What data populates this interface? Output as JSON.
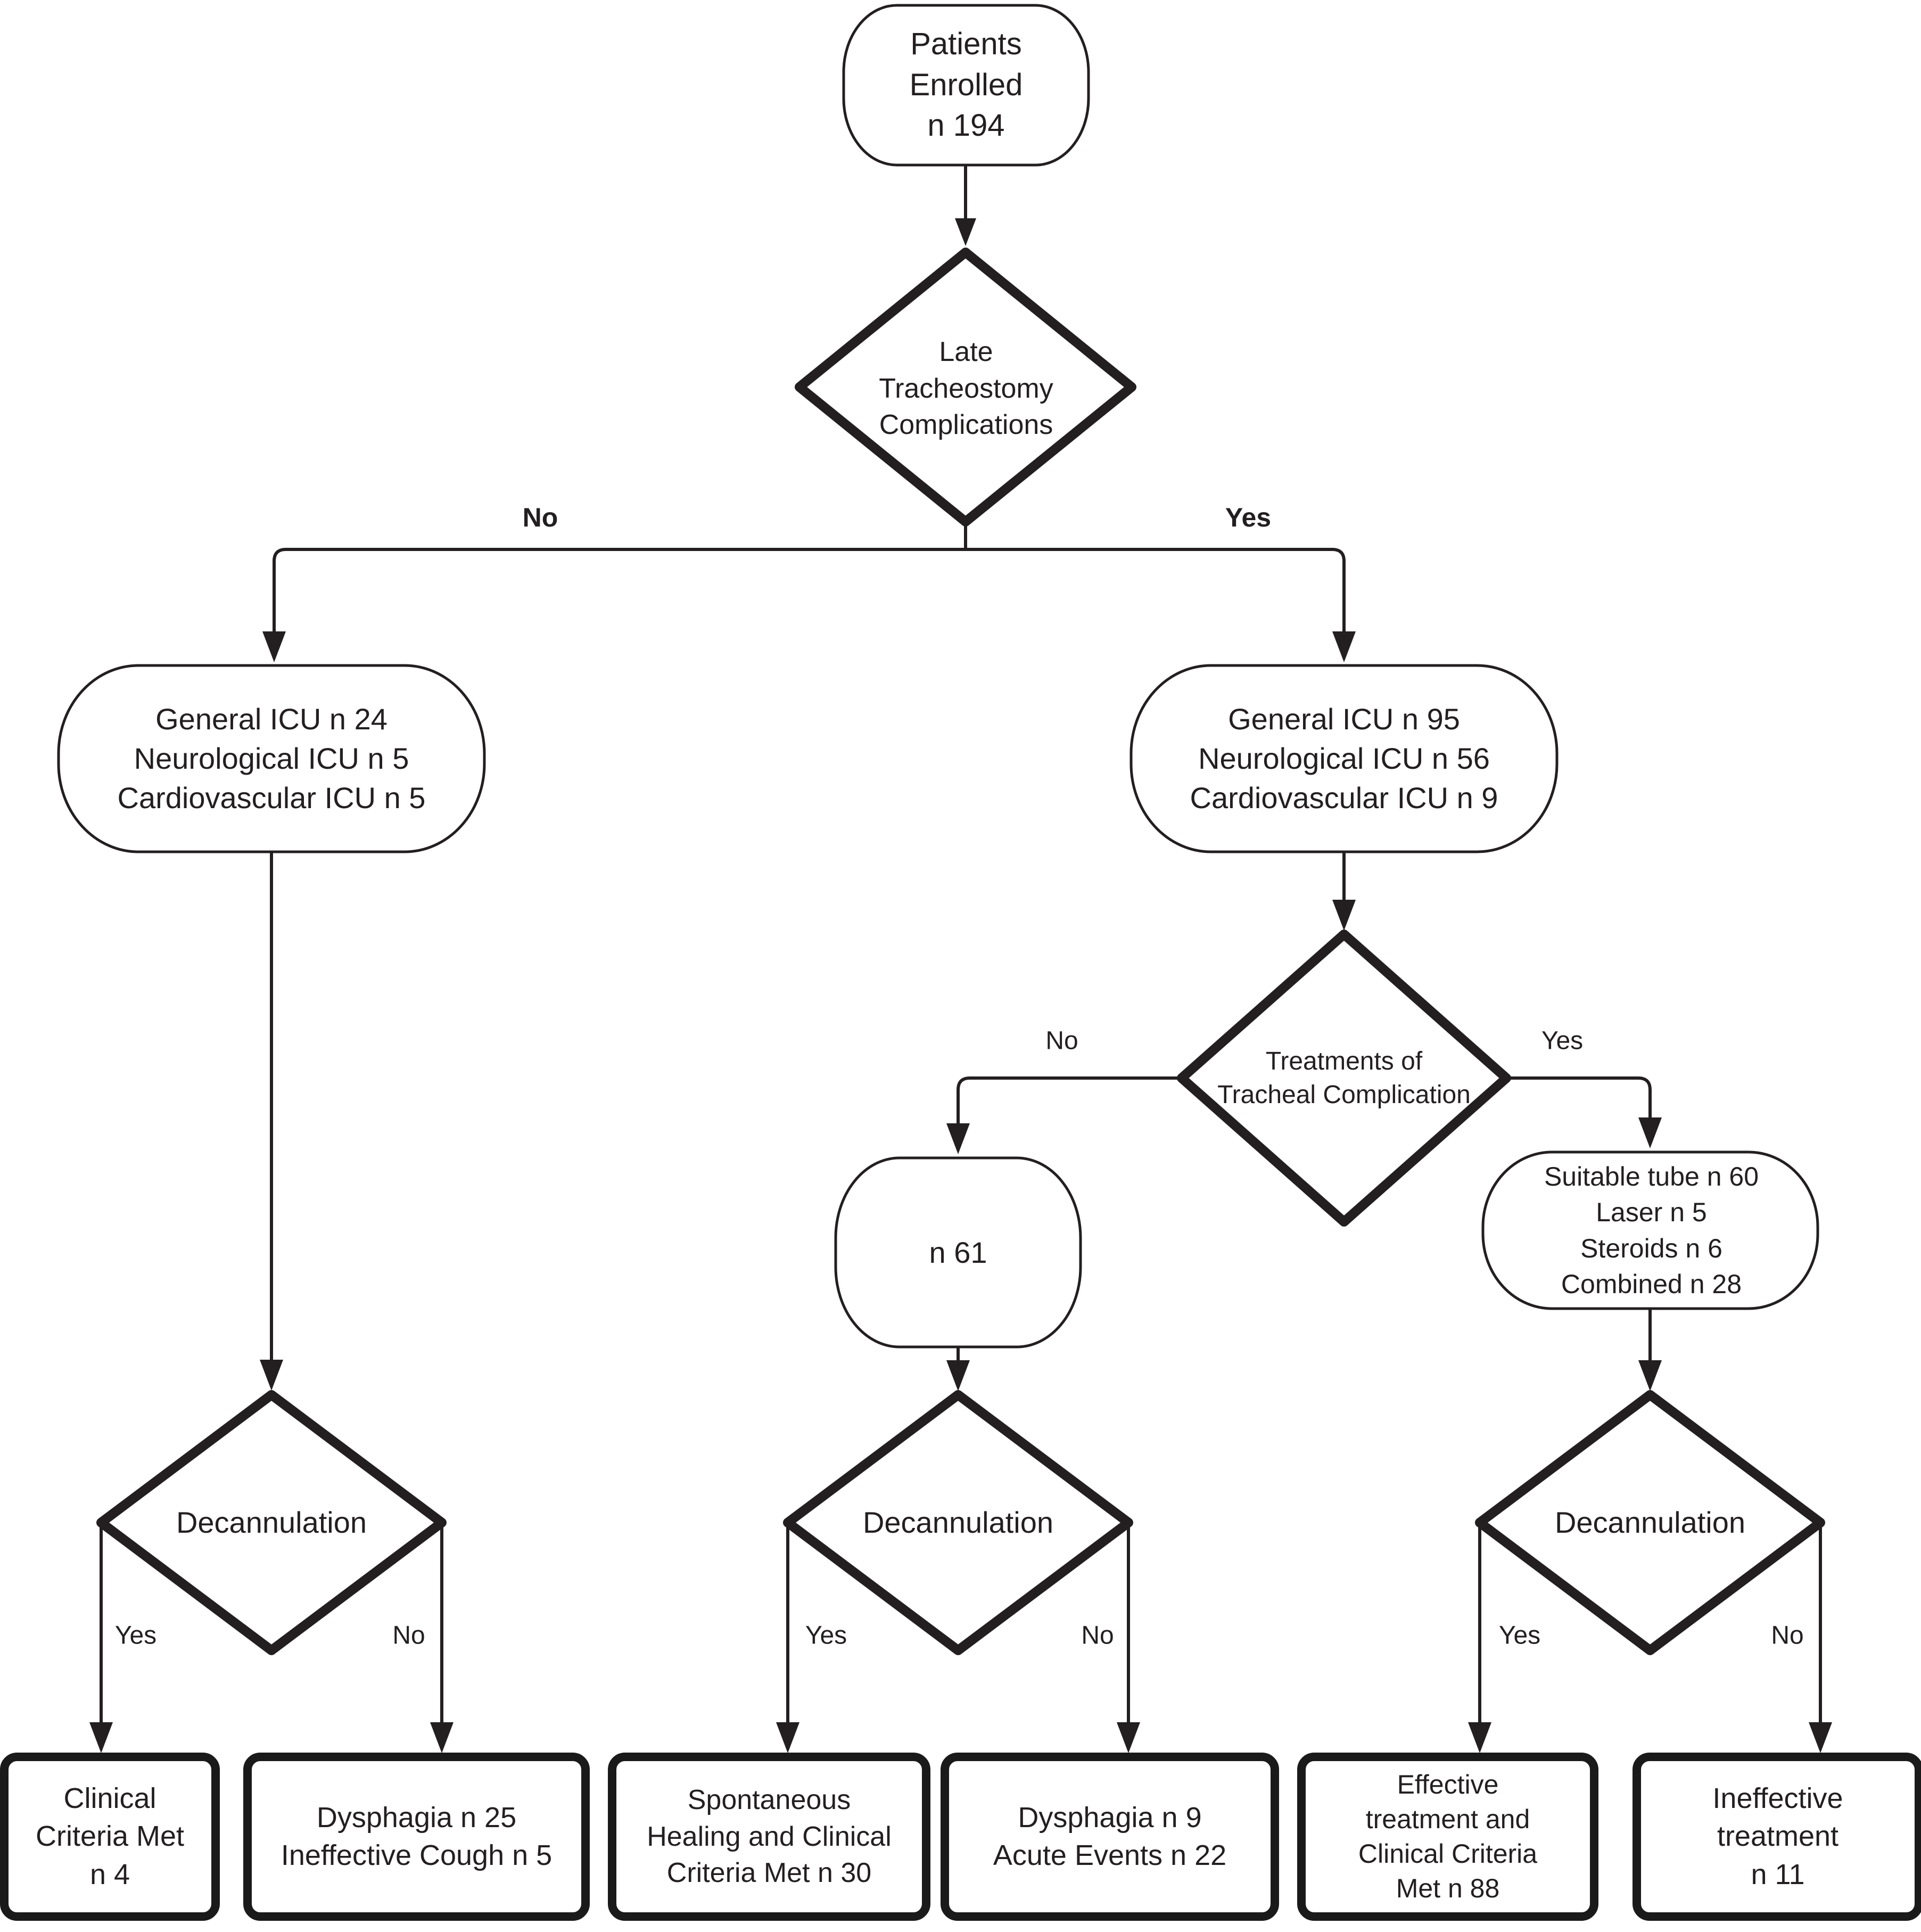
{
  "flowchart": {
    "colors": {
      "stroke": "#231f20",
      "outcome_border": "#1a1a1a",
      "gray_fill": "#d9d9d9",
      "white_fill": "#ffffff",
      "text": "#231f20"
    },
    "nodes": {
      "patients_enrolled": "Patients\nEnrolled\nn 194",
      "late_tracheostomy_complications": "Late\nTracheostomy\nComplications",
      "icu_no_complications": "General ICU n 24\nNeurological ICU n 5\nCardiovascular ICU n 5",
      "icu_yes_complications": "General ICU n 95\nNeurological ICU n 56\nCardiovascular ICU n 9",
      "treatments_of_tracheal_complication": "Treatments of\nTracheal Complication",
      "no_treatment_count": "n 61",
      "treatment_types": "Suitable tube n 60\nLaser n 5\nSteroids n 6\nCombined n 28",
      "decannulation_left": "Decannulation",
      "decannulation_middle": "Decannulation",
      "decannulation_right": "Decannulation",
      "outcome_clinical_criteria_met": "Clinical\nCriteria Met\nn 4",
      "outcome_dysphagia_ineffective_cough": "Dysphagia n 25\nIneffective Cough n 5",
      "outcome_spontaneous_healing": "Spontaneous\nHealing and Clinical\nCriteria Met  n 30",
      "outcome_dysphagia_acute_events": "Dysphagia n 9\nAcute Events n 22",
      "outcome_effective_treatment": "Effective\ntreatment and\nClinical Criteria\nMet n 88",
      "outcome_ineffective_treatment": "Ineffective\ntreatment\nn 11"
    },
    "edge_labels": {
      "complications_no": "No",
      "complications_yes": "Yes",
      "treatments_no": "No",
      "treatments_yes": "Yes",
      "decann_left_yes": "Yes",
      "decann_left_no": "No",
      "decann_middle_yes": "Yes",
      "decann_middle_no": "No",
      "decann_right_yes": "Yes",
      "decann_right_no": "No"
    }
  }
}
